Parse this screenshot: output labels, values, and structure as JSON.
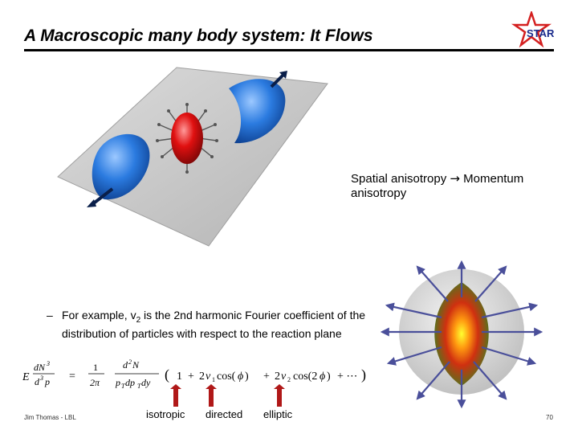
{
  "slide": {
    "title": "A Macroscopic many body system: It Flows",
    "logo_text": "STAR",
    "caption_part1": "Spatial anisotropy",
    "caption_arrow": "→",
    "caption_part2": "Momentum anisotropy",
    "bullet_dash": "–",
    "bullet_pre": "For example, v",
    "bullet_sub": "2",
    "bullet_post": " is the 2nd harmonic Fourier coefficient of the distribution of particles with respect to the reaction plane",
    "labels": {
      "isotropic": "isotropic",
      "directed": "directed",
      "elliptic": "elliptic"
    },
    "footer_left": "Jim Thomas - LBL",
    "page_number": "70"
  },
  "colors": {
    "title_rule": "#000000",
    "red_arrow": "#b01818",
    "sphere_blue": "#1f6fd6",
    "nucleus_red": "#e01010",
    "plane_gray": "#c8c8c8",
    "star_red": "#d42020",
    "star_blue": "#1a2b8c"
  }
}
